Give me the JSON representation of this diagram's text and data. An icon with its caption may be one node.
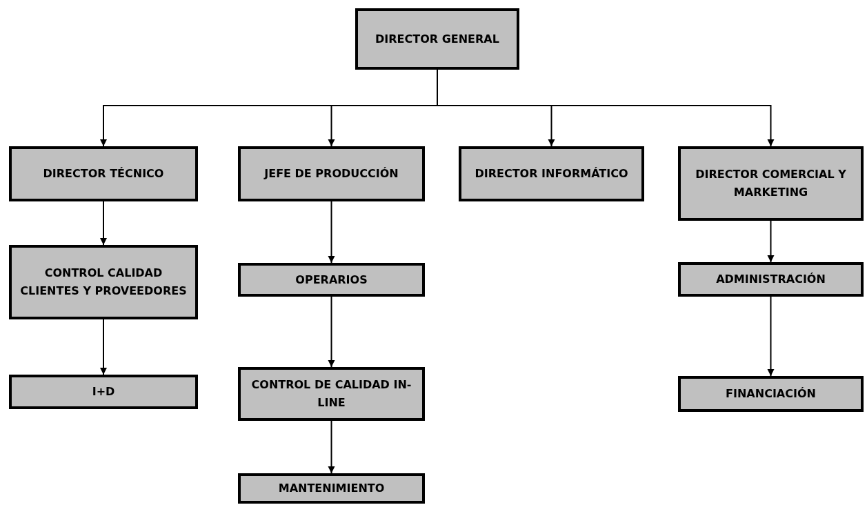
{
  "diagram": {
    "nodes": [
      {
        "text": [
          "DIRECTOR GENERAL"
        ]
      },
      {
        "text": [
          "DIRECTOR TÉCNICO"
        ]
      },
      {
        "text": [
          "JEFE DE PRODUCCIÓN"
        ]
      },
      {
        "text": [
          "DIRECTOR INFORMÁTICO"
        ]
      },
      {
        "text": [
          "DIRECTOR COMERCIAL Y MARKETING"
        ]
      },
      {
        "text": [
          "CONTROL CALIDAD CLIENTES Y PROVEEDORES"
        ]
      },
      {
        "text": [
          "I+D"
        ]
      },
      {
        "text": [
          "OPERARIOS"
        ]
      },
      {
        "text": [
          "CONTROL DE CALIDAD IN-LINE"
        ]
      },
      {
        "text": [
          "MANTENIMIENTO"
        ]
      },
      {
        "text": [
          "ADMINISTRACIÓN"
        ]
      },
      {
        "text": [
          "FINANCIACIÓN"
        ]
      }
    ],
    "edges": [
      {
        "from": 0,
        "to": 1,
        "arrow": "to"
      },
      {
        "from": 0,
        "to": 2,
        "arrow": "to"
      },
      {
        "from": 0,
        "to": 3,
        "arrow": "to"
      },
      {
        "from": 0,
        "to": 4,
        "arrow": "to"
      },
      {
        "from": 1,
        "to": 5,
        "arrow": "to"
      },
      {
        "from": 5,
        "to": 6,
        "arrow": "to"
      },
      {
        "from": 2,
        "to": 7,
        "arrow": "to"
      },
      {
        "from": 7,
        "to": 8,
        "arrow": "to"
      },
      {
        "from": 8,
        "to": 9,
        "arrow": "to"
      },
      {
        "from": 4,
        "to": 10,
        "arrow": "to"
      },
      {
        "from": 10,
        "to": 11,
        "arrow": "to"
      }
    ]
  }
}
